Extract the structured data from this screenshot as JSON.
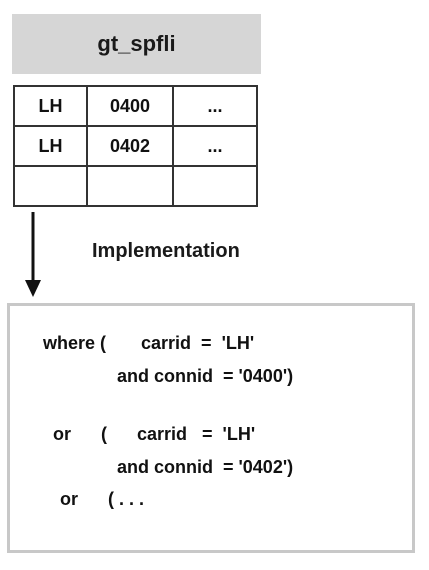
{
  "table": {
    "title": "gt_spfli",
    "rows": [
      [
        "LH",
        "0400",
        "..."
      ],
      [
        "LH",
        "0402",
        "..."
      ],
      [
        "",
        "",
        ""
      ]
    ]
  },
  "arrow_label": "Implementation",
  "code": {
    "lines": [
      "where (       carrid  =  'LH'",
      "and connid  = '0400')",
      "or      (      carrid   =  'LH'",
      "and connid  = '0402')",
      "or      ( . . ."
    ]
  }
}
